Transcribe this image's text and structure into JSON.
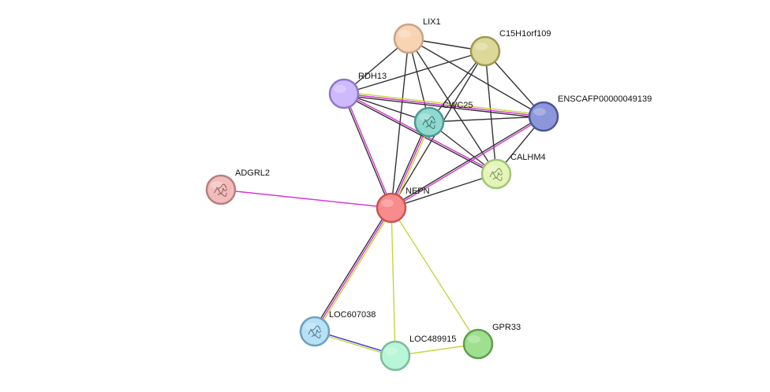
{
  "nodes": [
    {
      "id": "LIX1",
      "label": "LIX1",
      "fill": "#f9d4b4",
      "stroke": "#c9a383"
    },
    {
      "id": "C15H1orf109",
      "label": "C15H1orf109",
      "fill": "#dcd898",
      "stroke": "#9c9a50"
    },
    {
      "id": "RDH13",
      "label": "RDH13",
      "fill": "#cdb9fb",
      "stroke": "#8d79c4"
    },
    {
      "id": "CWC25",
      "label": "CWC25",
      "fill": "#8fd9d0",
      "stroke": "#4a9a90",
      "icon": "protein-structure-icon"
    },
    {
      "id": "ENSCAFP00000049139",
      "label": "ENSCAFP00000049139",
      "fill": "#8c97db",
      "stroke": "#4b569a"
    },
    {
      "id": "CALHM4",
      "label": "CALHM4",
      "fill": "#e4f5b8",
      "stroke": "#a5c37a",
      "icon": "protein-structure-icon"
    },
    {
      "id": "ADGRL2",
      "label": "ADGRL2",
      "fill": "#f3bcbc",
      "stroke": "#b77f7f",
      "icon": "protein-structure-icon"
    },
    {
      "id": "NEPN",
      "label": "NEPN",
      "fill": "#f88b8b",
      "stroke": "#c45656"
    },
    {
      "id": "LOC607038",
      "label": "LOC607038",
      "fill": "#b6e1f6",
      "stroke": "#6f9fbd",
      "icon": "protein-structure-icon"
    },
    {
      "id": "LOC489915",
      "label": "LOC489915",
      "fill": "#b7f6d6",
      "stroke": "#7dbb9c"
    },
    {
      "id": "GPR33",
      "label": "GPR33",
      "fill": "#9ee08e",
      "stroke": "#5e9e4f"
    }
  ],
  "edges": [
    {
      "a": "LIX1",
      "b": "C15H1orf109",
      "colors": [
        "#333333"
      ]
    },
    {
      "a": "LIX1",
      "b": "RDH13",
      "colors": [
        "#333333"
      ]
    },
    {
      "a": "LIX1",
      "b": "CWC25",
      "colors": [
        "#333333"
      ]
    },
    {
      "a": "LIX1",
      "b": "ENSCAFP00000049139",
      "colors": [
        "#333333"
      ]
    },
    {
      "a": "LIX1",
      "b": "CALHM4",
      "colors": [
        "#333333"
      ]
    },
    {
      "a": "LIX1",
      "b": "NEPN",
      "colors": [
        "#333333"
      ]
    },
    {
      "a": "C15H1orf109",
      "b": "RDH13",
      "colors": [
        "#333333"
      ]
    },
    {
      "a": "C15H1orf109",
      "b": "CWC25",
      "colors": [
        "#333333"
      ]
    },
    {
      "a": "C15H1orf109",
      "b": "ENSCAFP00000049139",
      "colors": [
        "#333333"
      ]
    },
    {
      "a": "C15H1orf109",
      "b": "CALHM4",
      "colors": [
        "#333333"
      ]
    },
    {
      "a": "C15H1orf109",
      "b": "NEPN",
      "colors": [
        "#333333"
      ]
    },
    {
      "a": "RDH13",
      "b": "CWC25",
      "colors": [
        "#333333"
      ]
    },
    {
      "a": "RDH13",
      "b": "ENSCAFP00000049139",
      "colors": [
        "#c8d43a",
        "#d436d4",
        "#333333"
      ]
    },
    {
      "a": "RDH13",
      "b": "CALHM4",
      "colors": [
        "#d436d4",
        "#333333"
      ]
    },
    {
      "a": "RDH13",
      "b": "NEPN",
      "colors": [
        "#d436d4",
        "#333333"
      ]
    },
    {
      "a": "CWC25",
      "b": "ENSCAFP00000049139",
      "colors": [
        "#333333"
      ]
    },
    {
      "a": "CWC25",
      "b": "CALHM4",
      "colors": [
        "#333333"
      ]
    },
    {
      "a": "CWC25",
      "b": "NEPN",
      "colors": [
        "#c8d43a",
        "#d436d4",
        "#333333"
      ]
    },
    {
      "a": "ENSCAFP00000049139",
      "b": "CALHM4",
      "colors": [
        "#333333"
      ]
    },
    {
      "a": "ENSCAFP00000049139",
      "b": "NEPN",
      "colors": [
        "#d436d4",
        "#333333"
      ]
    },
    {
      "a": "CALHM4",
      "b": "NEPN",
      "colors": [
        "#333333"
      ]
    },
    {
      "a": "ADGRL2",
      "b": "NEPN",
      "colors": [
        "#d436d4"
      ]
    },
    {
      "a": "NEPN",
      "b": "LOC607038",
      "colors": [
        "#c8d43a",
        "#d436d4",
        "#333333"
      ]
    },
    {
      "a": "NEPN",
      "b": "LOC489915",
      "colors": [
        "#c8d43a"
      ]
    },
    {
      "a": "NEPN",
      "b": "GPR33",
      "colors": [
        "#c8d43a"
      ]
    },
    {
      "a": "LOC607038",
      "b": "LOC489915",
      "colors": [
        "#3a3ad4",
        "#c8d43a"
      ]
    },
    {
      "a": "LOC489915",
      "b": "GPR33",
      "colors": [
        "#c8d43a"
      ]
    }
  ]
}
